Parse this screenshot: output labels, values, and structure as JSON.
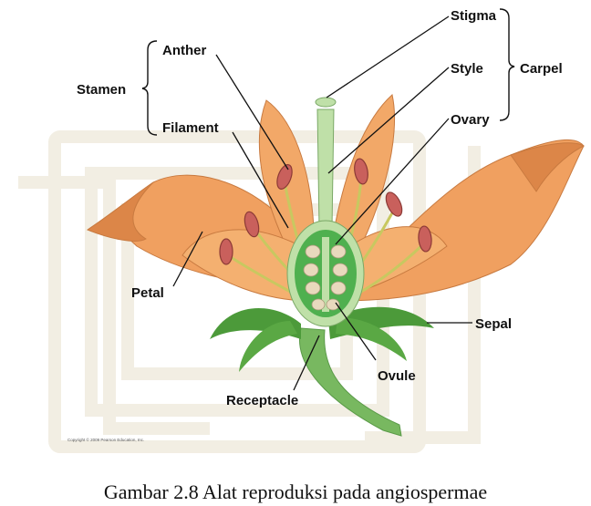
{
  "labels": {
    "stigma": "Stigma",
    "anther": "Anther",
    "style": "Style",
    "carpel": "Carpel",
    "stamen": "Stamen",
    "filament": "Filament",
    "ovary": "Ovary",
    "petal": "Petal",
    "sepal": "Sepal",
    "ovule": "Ovule",
    "receptacle": "Receptacle"
  },
  "copyright": "Copyright © 2009 Pearson Education, Inc.",
  "caption": "Gambar 2.8 Alat reproduksi pada angiospermae",
  "colors": {
    "petal": "#f0a060",
    "petal_shade": "#dc8648",
    "anther": "#c9605c",
    "filament": "#c8c860",
    "pistil": "#bfe0a8",
    "ovary": "#4fb04f",
    "ovule": "#e8d9bd",
    "sepal": "#4c9a3a",
    "stem": "#78b860",
    "watermark": "#f2eee3"
  }
}
